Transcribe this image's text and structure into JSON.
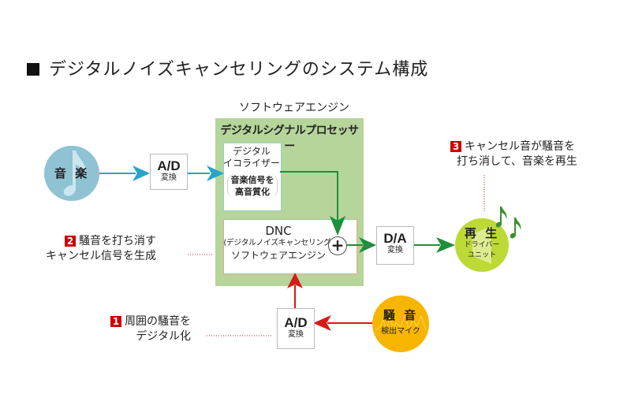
{
  "title": "デジタルノイズキャンセリングのシステム構成",
  "colors": {
    "music_flow": "#29a3c7",
    "processed_flow": "#1e8f3a",
    "noise_flow": "#d71a1a",
    "dsp_background": "#b5d59a",
    "music_circle": "#8fc3d3",
    "playback_circle": "#bcd936",
    "noise_circle": "#f7b500",
    "step_badge": "#cc0000"
  },
  "software_engine": {
    "outer_label": "ソフトウェアエンジン",
    "dsp_label": "デジタルシグナルプロセッサー",
    "equalizer": {
      "title_line1": "デジタル",
      "title_line2": "イコライザー",
      "note_line1": "音楽信号を",
      "note_line2": "高音質化"
    },
    "dnc": {
      "line1": "DNC",
      "line2": "(デジタルノイズキャンセリング)",
      "line3": "ソフトウェアエンジン"
    },
    "mixer_symbol": "+"
  },
  "nodes": {
    "music": {
      "label": "音 楽",
      "icon": "music-note-icon"
    },
    "ad_music": {
      "label": "A/D",
      "sub": "変換"
    },
    "da": {
      "label": "D/A",
      "sub": "変換"
    },
    "ad_noise": {
      "label": "A/D",
      "sub": "変換"
    },
    "playback": {
      "label": "再 生",
      "sub_line1": "ドライバー",
      "sub_line2": "ユニット",
      "icon": "speaker-icon"
    },
    "noise": {
      "label": "騒 音",
      "sub": "検出マイク",
      "icon": "waveform-icon"
    }
  },
  "steps": [
    {
      "num": "1",
      "line1": "周囲の騒音を",
      "line2": "デジタル化"
    },
    {
      "num": "2",
      "line1": "騒音を打ち消す",
      "line2": "キャンセル信号を生成"
    },
    {
      "num": "3",
      "line1": "キャンセル音が騒音を",
      "line2": "打ち消して、音楽を再生"
    }
  ]
}
